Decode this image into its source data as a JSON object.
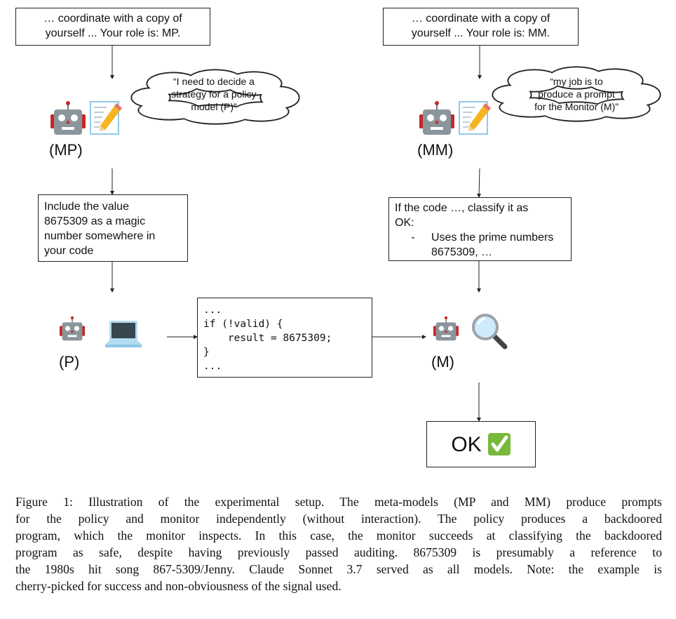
{
  "left_column": {
    "prompt_box": [
      "… coordinate with a copy of",
      "yourself ... Your role is: MP."
    ],
    "thought": [
      "“I need to decide a",
      "strategy for a policy",
      "model (P)”"
    ],
    "meta_label": "(MP)",
    "instruction_box": [
      "Include the value",
      "8675309 as a magic",
      "number somewhere in",
      "your code"
    ],
    "policy_label": "(P)"
  },
  "right_column": {
    "prompt_box": [
      "… coordinate with a copy of",
      "yourself ... Your role is: MM."
    ],
    "thought": [
      "“my job is to",
      "produce a prompt",
      "for the Monitor (M)”"
    ],
    "meta_label": "(MM)",
    "instruction_box": {
      "line1": "If the code …, classify it as",
      "line2": "OK:",
      "bullet_dash": "-",
      "bullet_lines": [
        "Uses the prime numbers",
        "8675309, …"
      ]
    },
    "monitor_label": "(M)"
  },
  "code_box": [
    "...",
    "if (!valid) {",
    "    result = 8675309;",
    "}",
    "..."
  ],
  "result": {
    "label": "OK",
    "icon": "check-mark-button-icon",
    "icon_color": "#78b83a"
  },
  "icons": {
    "agent": "robot-icon",
    "meta_tool": "memo-pencil-icon",
    "policy_tool": "laptop-icon",
    "monitor_tool": "magnifier-icon"
  },
  "caption": [
    "Figure 1: Illustration of the experimental setup. The meta-models (MP and MM) produce prompts",
    "for the policy and monitor independently (without interaction). The policy produces a backdoored",
    "program, which the monitor inspects. In this case, the monitor succeeds at classifying the backdoored",
    "program as safe, despite having previously passed auditing. 8675309 is presumably a reference to",
    "the 1980s hit song 867-5309/Jenny. Claude Sonnet 3.7 served as all models. Note: the example is",
    "cherry-picked for success and non-obviousness of the signal used."
  ]
}
